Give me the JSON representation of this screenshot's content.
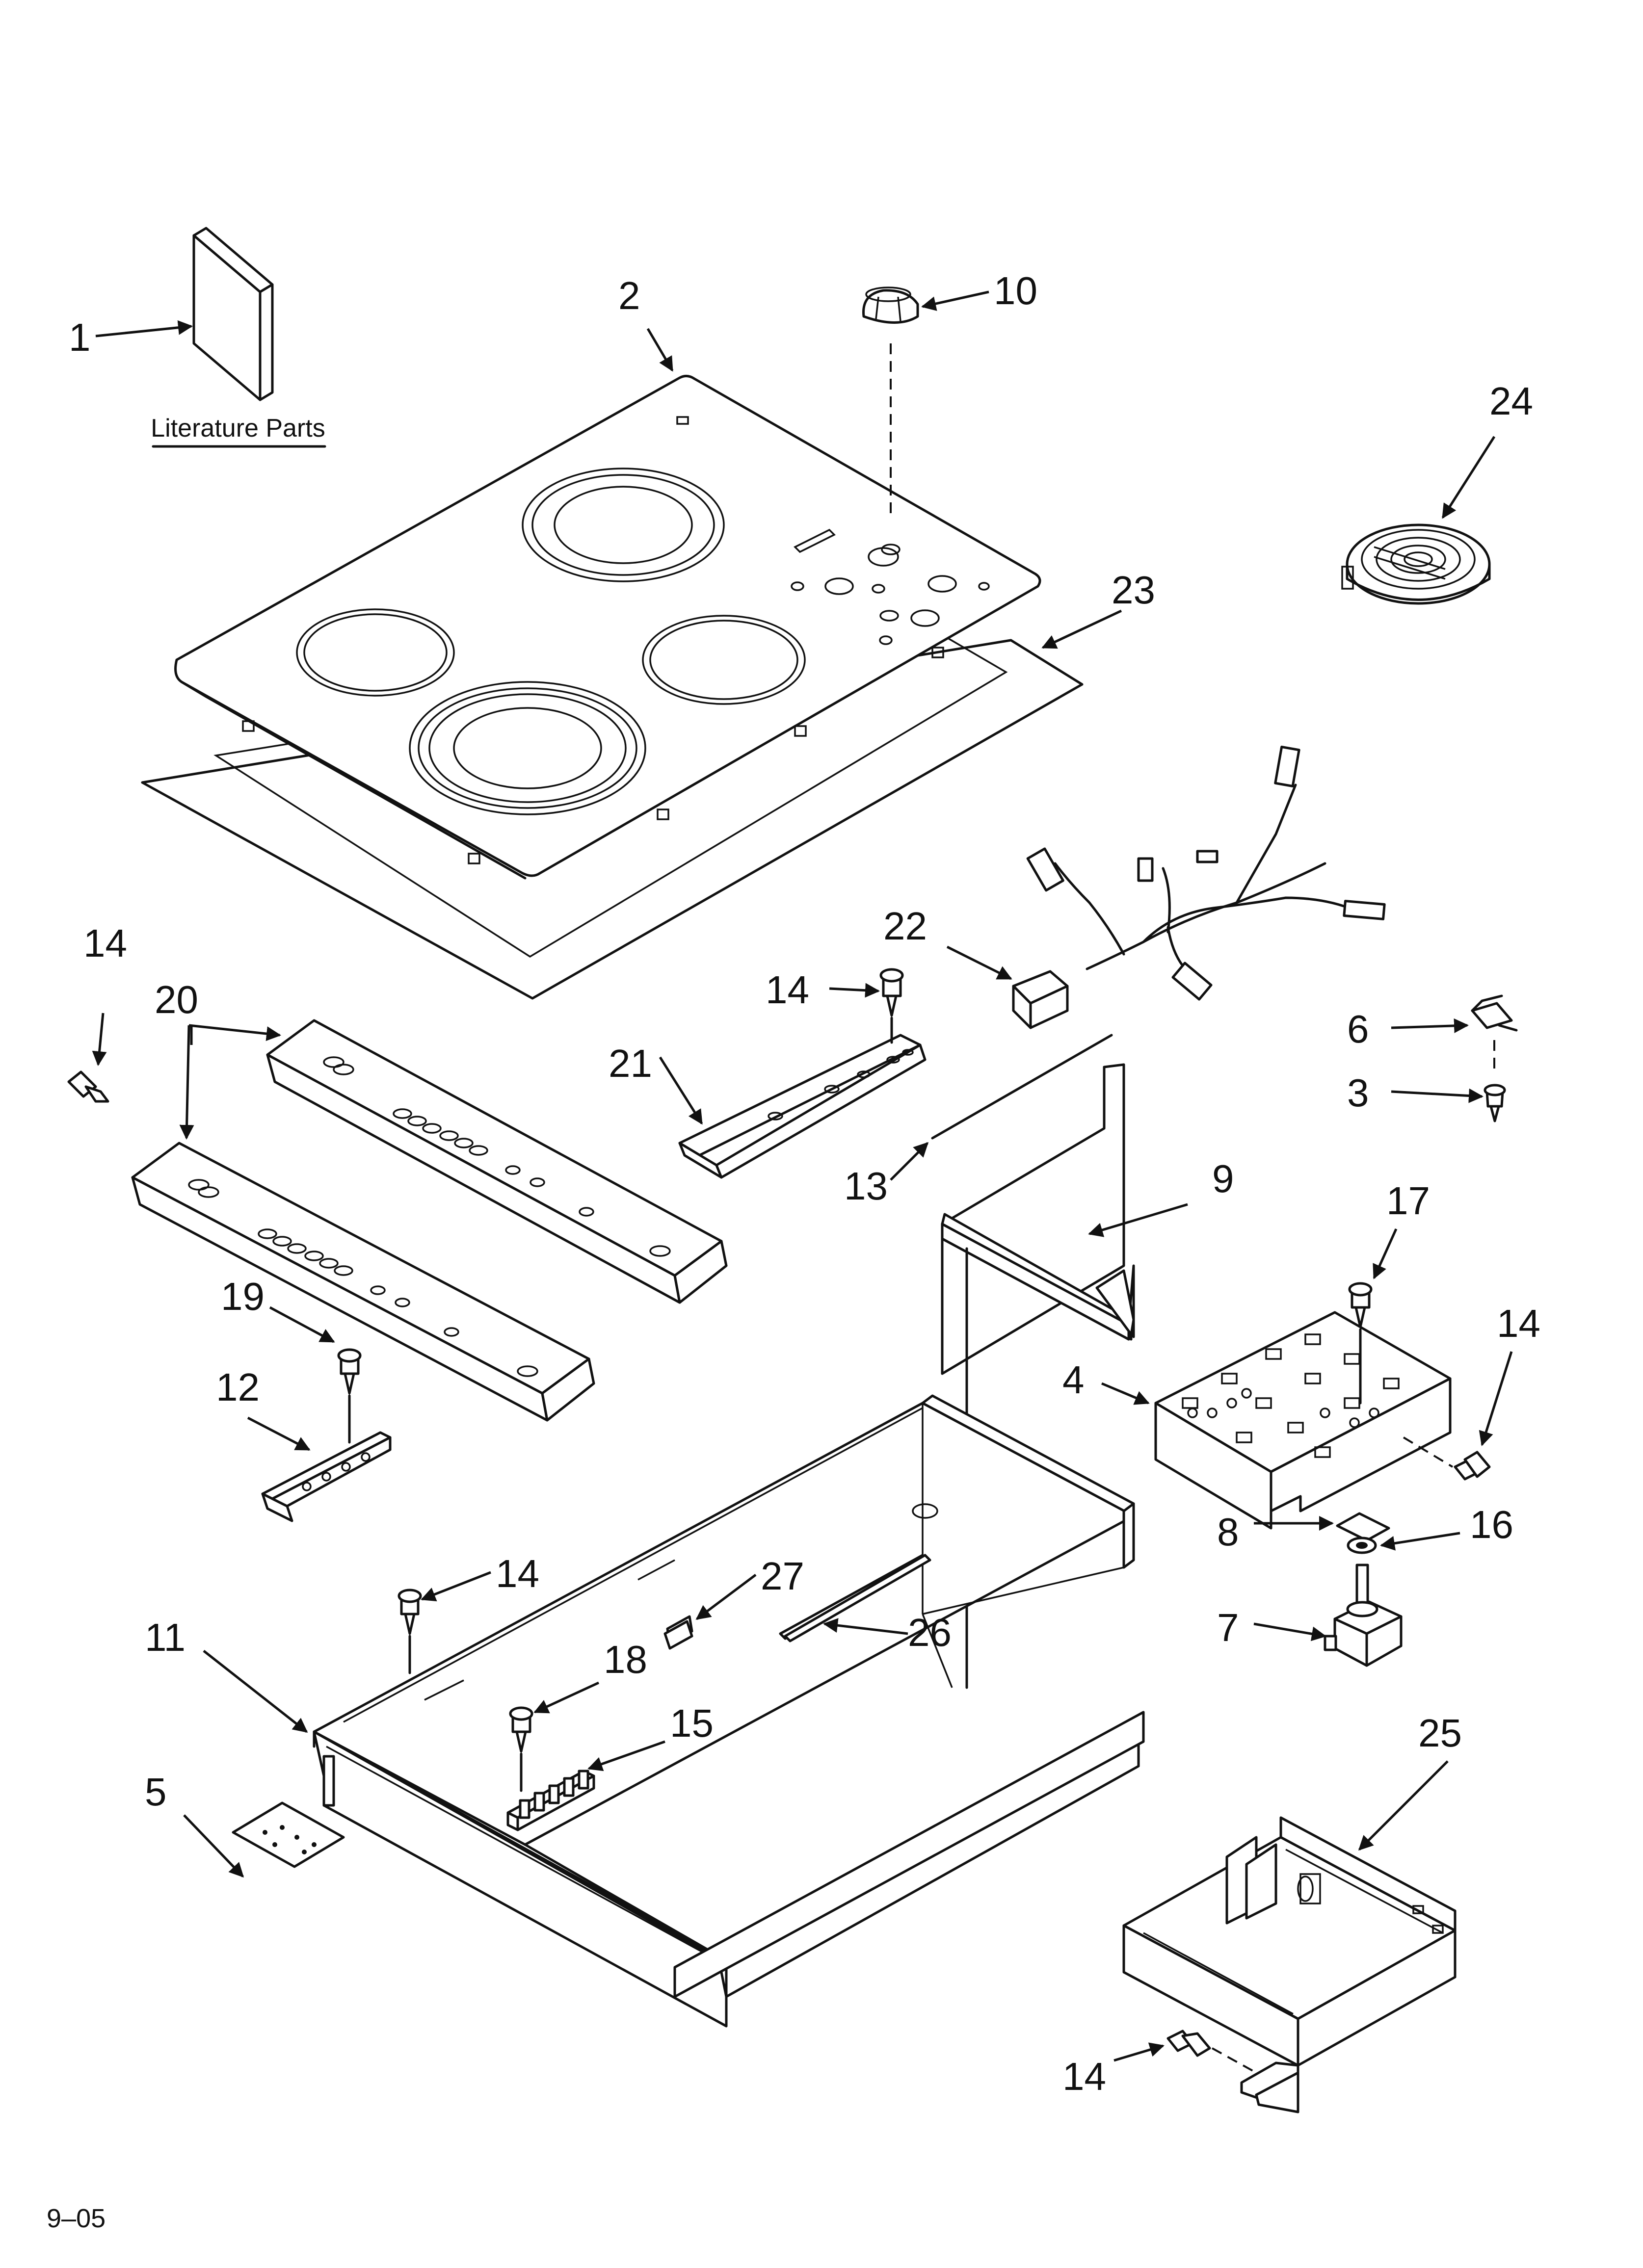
{
  "callouts": [
    {
      "id": "c1",
      "text": "1"
    },
    {
      "id": "c2",
      "text": "2"
    },
    {
      "id": "c3",
      "text": "3"
    },
    {
      "id": "c4",
      "text": "4"
    },
    {
      "id": "c5",
      "text": "5"
    },
    {
      "id": "c6",
      "text": "6"
    },
    {
      "id": "c7",
      "text": "7"
    },
    {
      "id": "c8",
      "text": "8"
    },
    {
      "id": "c9",
      "text": "9"
    },
    {
      "id": "c10",
      "text": "10"
    },
    {
      "id": "c11",
      "text": "11"
    },
    {
      "id": "c12",
      "text": "12"
    },
    {
      "id": "c13",
      "text": "13"
    },
    {
      "id": "c14a",
      "text": "14"
    },
    {
      "id": "c14b",
      "text": "14"
    },
    {
      "id": "c14c",
      "text": "14"
    },
    {
      "id": "c14d",
      "text": "14"
    },
    {
      "id": "c14e",
      "text": "14"
    },
    {
      "id": "c15",
      "text": "15"
    },
    {
      "id": "c16",
      "text": "16"
    },
    {
      "id": "c17",
      "text": "17"
    },
    {
      "id": "c18",
      "text": "18"
    },
    {
      "id": "c19",
      "text": "19"
    },
    {
      "id": "c20",
      "text": "20"
    },
    {
      "id": "c21",
      "text": "21"
    },
    {
      "id": "c22",
      "text": "22"
    },
    {
      "id": "c23",
      "text": "23"
    },
    {
      "id": "c24",
      "text": "24"
    },
    {
      "id": "c25",
      "text": "25"
    },
    {
      "id": "c26",
      "text": "26"
    },
    {
      "id": "c27",
      "text": "27"
    }
  ],
  "literature_label": "Literature Parts",
  "footer_code": "9–05"
}
